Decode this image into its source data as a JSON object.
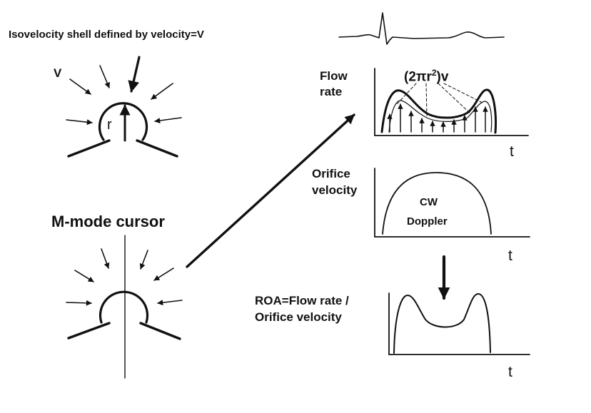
{
  "shell_caption": "Isovelocity shell defined by velocity=V",
  "symbol_v": "V",
  "symbol_r": "r",
  "mmode_caption": "M-mode cursor",
  "flow_panel": {
    "label_line1": "Flow",
    "label_line2": "rate",
    "formula_prefix": "(2πr",
    "formula_exp": "2",
    "formula_suffix": ")v",
    "axis_t": "t"
  },
  "velocity_panel": {
    "label_line1": "Orifice",
    "label_line2": "velocity",
    "inner_line1": "CW",
    "inner_line2": "Doppler",
    "axis_t": "t"
  },
  "roa_panel": {
    "label_line1": "ROA=Flow rate /",
    "label_line2": "Orifice velocity",
    "axis_t": "t"
  }
}
